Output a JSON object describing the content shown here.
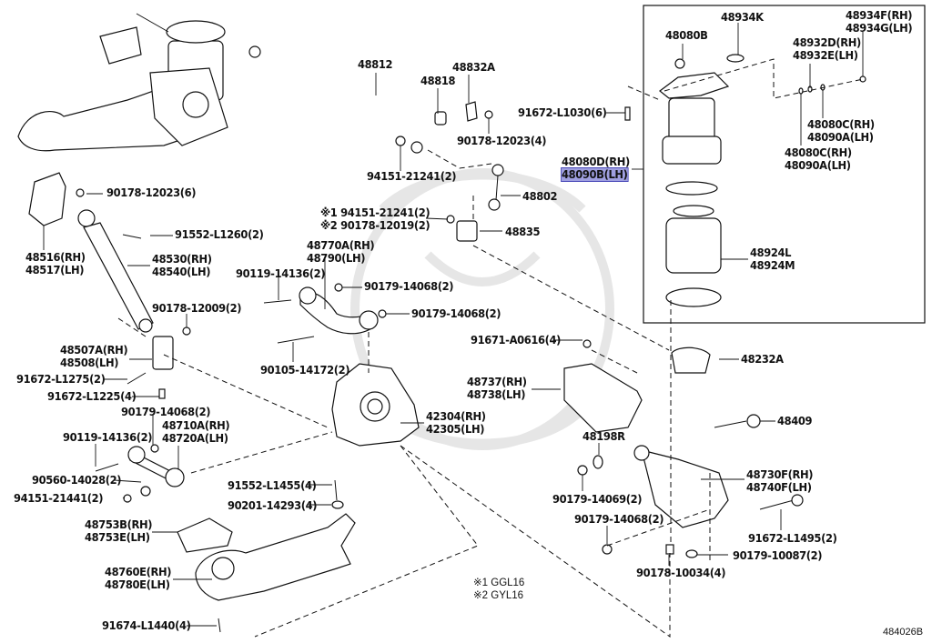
{
  "diagram": {
    "title_ref": "484026B",
    "notes": [
      {
        "mark": "※1",
        "code": "GGL16"
      },
      {
        "mark": "※2",
        "code": "GYL16"
      }
    ],
    "highlight_color": "#9f9fe0",
    "selected_part": "48090B(LH)",
    "labels": {
      "p48812": [
        "48812"
      ],
      "p48818": [
        "48818"
      ],
      "p48832A": [
        "48832A"
      ],
      "p90178_12023_4": [
        "90178-12023(4)"
      ],
      "p91672_L1030": [
        "91672-L1030(6)"
      ],
      "p94151_21241": [
        "94151-21241(2)"
      ],
      "p48080D": [
        "48080D(RH)",
        "48090B(LH)"
      ],
      "p48802": [
        "48802"
      ],
      "p_note_bolts": [
        "※1 94151-21241(2)",
        "※2 90178-12019(2)"
      ],
      "p48835": [
        "48835"
      ],
      "p48080B": [
        "48080B"
      ],
      "p48934K": [
        "48934K"
      ],
      "p48934F": [
        "48934F(RH)",
        "48934G(LH)"
      ],
      "p48932D": [
        "48932D(RH)",
        "48932E(LH)"
      ],
      "p48080C_a": [
        "48080C(RH)",
        "48090A(LH)"
      ],
      "p48080C_b": [
        "48080C(RH)",
        "48090A(LH)"
      ],
      "p48924L": [
        "48924L",
        "48924M"
      ],
      "p48232A": [
        "48232A"
      ],
      "p48409": [
        "48409"
      ],
      "p90178_12023_6": [
        "90178-12023(6)"
      ],
      "p91552_L1260": [
        "91552-L1260(2)"
      ],
      "p48516": [
        "48516(RH)",
        "48517(LH)"
      ],
      "p48530": [
        "48530(RH)",
        "48540(LH)"
      ],
      "p90178_12009": [
        "90178-12009(2)"
      ],
      "p48507A": [
        "48507A(RH)",
        "48508(LH)"
      ],
      "p91672_L1275": [
        "91672-L1275(2)"
      ],
      "p91672_L1225": [
        "91672-L1225(4)"
      ],
      "p90179_14068_a": [
        "90179-14068(2)"
      ],
      "p48710A": [
        "48710A(RH)",
        "48720A(LH)"
      ],
      "p90119_14136_a": [
        "90119-14136(2)"
      ],
      "p90560_14028": [
        "90560-14028(2)"
      ],
      "p94151_21441": [
        "94151-21441(2)"
      ],
      "p48770A": [
        "48770A(RH)",
        "48790(LH)"
      ],
      "p90119_14136_b": [
        "90119-14136(2)"
      ],
      "p90179_14068_b": [
        "90179-14068(2)"
      ],
      "p90179_14068_c": [
        "90179-14068(2)"
      ],
      "p90105_14172": [
        "90105-14172(2)"
      ],
      "p91671_A0616": [
        "91671-A0616(4)"
      ],
      "p48737": [
        "48737(RH)",
        "48738(LH)"
      ],
      "p42304": [
        "42304(RH)",
        "42305(LH)"
      ],
      "p48198R": [
        "48198R"
      ],
      "p48730F": [
        "48730F(RH)",
        "48740F(LH)"
      ],
      "p90179_14069": [
        "90179-14069(2)"
      ],
      "p90179_14068_d": [
        "90179-14068(2)"
      ],
      "p91672_L1495": [
        "91672-L1495(2)"
      ],
      "p90179_10087": [
        "90179-10087(2)"
      ],
      "p90178_10034": [
        "90178-10034(4)"
      ],
      "p91552_L1455": [
        "91552-L1455(4)"
      ],
      "p90201_14293": [
        "90201-14293(4)"
      ],
      "p48753B": [
        "48753B(RH)",
        "48753E(LH)"
      ],
      "p48760E": [
        "48760E(RH)",
        "48780E(LH)"
      ],
      "p91674_L1440": [
        "91674-L1440(4)"
      ]
    }
  }
}
